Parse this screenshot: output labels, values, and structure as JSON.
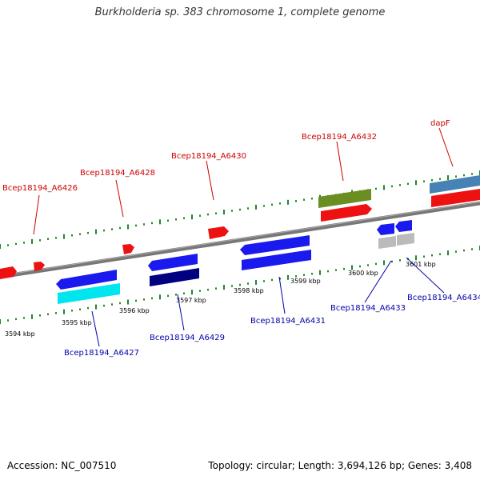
{
  "title": "Burkholderia sp. 383 chromosome 1, complete genome",
  "footer": {
    "accession": "Accession: NC_007510",
    "summary": "Topology: circular; Length: 3,694,126 bp; Genes: 3,408"
  },
  "kbp_ticks": [
    {
      "kbp": 3594,
      "label": "3594 kbp"
    },
    {
      "kbp": 3595,
      "label": "3595 kbp"
    },
    {
      "kbp": 3596,
      "label": "3596 kbp"
    },
    {
      "kbp": 3597,
      "label": "3597 kbp"
    },
    {
      "kbp": 3598,
      "label": "3598 kbp"
    },
    {
      "kbp": 3599,
      "label": "3599 kbp"
    },
    {
      "kbp": 3600,
      "label": "3600 kbp"
    },
    {
      "kbp": 3601,
      "label": "3601 kbp"
    }
  ],
  "gene_labels_top": [
    {
      "id": "Bcep18194_A6426",
      "color": "#cc0000"
    },
    {
      "id": "Bcep18194_A6428",
      "color": "#cc0000"
    },
    {
      "id": "Bcep18194_A6430",
      "color": "#cc0000"
    },
    {
      "id": "Bcep18194_A6432",
      "color": "#cc0000"
    },
    {
      "id": "dapF",
      "color": "#cc0000"
    }
  ],
  "gene_labels_bottom": [
    {
      "id": "Bcep18194_A6427",
      "color": "#0000aa"
    },
    {
      "id": "Bcep18194_A6429",
      "color": "#0000aa"
    },
    {
      "id": "Bcep18194_A6431",
      "color": "#0000aa"
    },
    {
      "id": "Bcep18194_A6433",
      "color": "#0000aa"
    },
    {
      "id": "Bcep18194_A6434",
      "color": "#0000aa"
    }
  ],
  "colors": {
    "backbone": "#777777",
    "tick_green": "#1a8a1a",
    "forward_gene": "#ee1111",
    "reverse_gene": "#1a1aee",
    "olive_feature": "#6b8e23",
    "steel_feature": "#4682b4",
    "cyan_feature": "#00e5ee",
    "navy_feature": "#000080",
    "grey_feature": "#bbbbbb"
  }
}
